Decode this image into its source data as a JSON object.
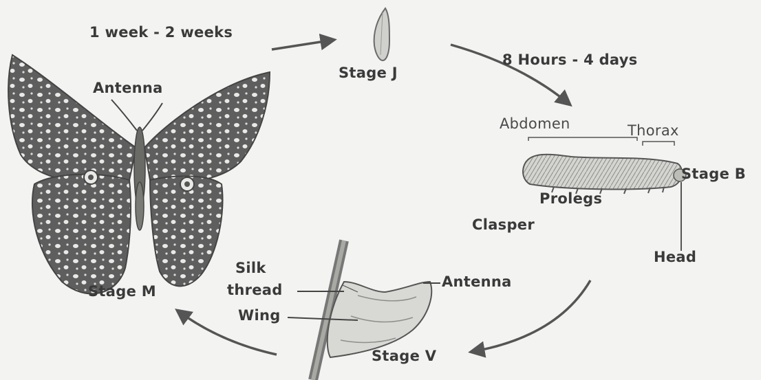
{
  "diagram": {
    "durations": {
      "adult_to_egg": "1 week - 2 weeks",
      "egg_to_larva": "8 Hours - 4 days"
    },
    "stages": {
      "egg": "Stage J",
      "larva": "Stage B",
      "pupa": "Stage V",
      "adult": "Stage M"
    },
    "butterfly_parts": {
      "antenna": "Antenna"
    },
    "larva_parts": {
      "abdomen": "Abdomen",
      "thorax": "Thorax",
      "prolegs": "Prolegs",
      "clasper": "Clasper",
      "head": "Head"
    },
    "pupa_parts": {
      "silk_line1": "Silk",
      "silk_line2": "thread",
      "wing": "Wing",
      "antenna": "Antenna"
    }
  }
}
